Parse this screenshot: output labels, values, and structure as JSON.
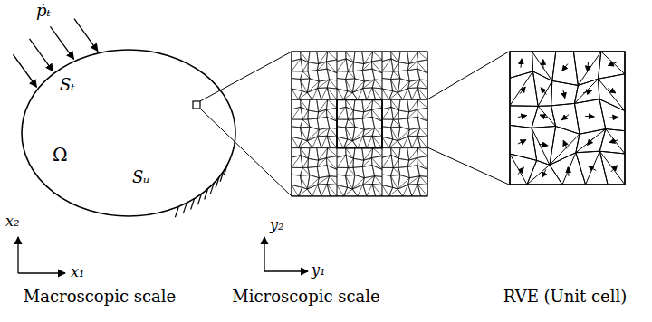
{
  "diagram": {
    "labels": [
      "ṗₜ",
      "Sₜ",
      "Ω",
      "Sᵤ",
      "x₂",
      "x₁",
      "y₂",
      "y₁",
      "Macroscopic scale",
      "Microscopic scale",
      "RVE (Unit cell)"
    ]
  }
}
